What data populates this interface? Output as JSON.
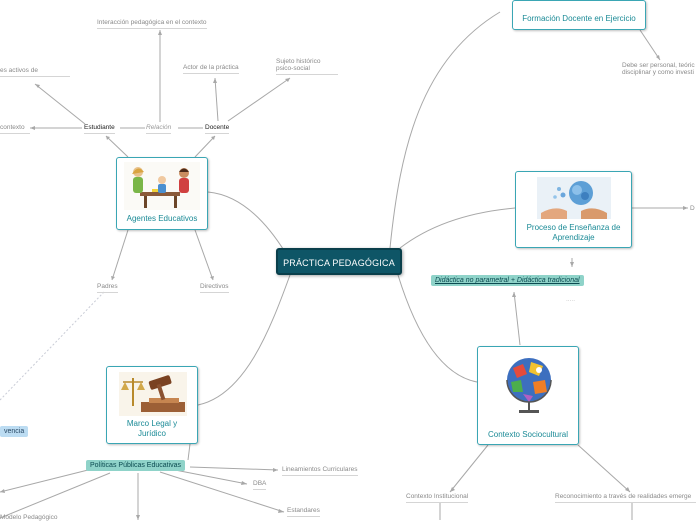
{
  "central": {
    "title": "PRÁCTICA PEDAGÓGICA"
  },
  "nodes": {
    "formacion": "Formación Docente en Ejercicio",
    "agentes": "Agentes Educativos",
    "proceso": "Proceso de Enseñanza de Aprendizaje",
    "marco": "Marco Legal y Jurídico",
    "contexto": "Contexto Sociocultural"
  },
  "labels": {
    "interaccion": "Interacción pedagógica en el contexto",
    "actor": "Actor de la práctica",
    "sujeto_1": "Sujeto histórico",
    "sujeto_2": "psico-social",
    "activos": "es activos de",
    "contexto_left": "contexto",
    "estudiante": "Estudiante",
    "relacion": "Relación",
    "docente": "Docente",
    "padres": "Padres",
    "directivos": "Directivos",
    "debe_1": "Debe ser personal, teóric",
    "debe_2": "disciplinar y como investi",
    "d_right": "D",
    "lineamientos": "Lineamientos Curriculares",
    "dba": "DBA",
    "estandares": "Estandares",
    "modelo": "Modelo Pedagógico",
    "contexto_inst": "Contexto Institucional",
    "reconocimiento": "Reconocimiento a través de realidades emerge",
    "dash": "....."
  },
  "pills": {
    "didactica": "Didáctica no parametral + Didáctica tradicional",
    "politicas": "Políticas Públicas Educativas",
    "convivencia": "vencia"
  }
}
